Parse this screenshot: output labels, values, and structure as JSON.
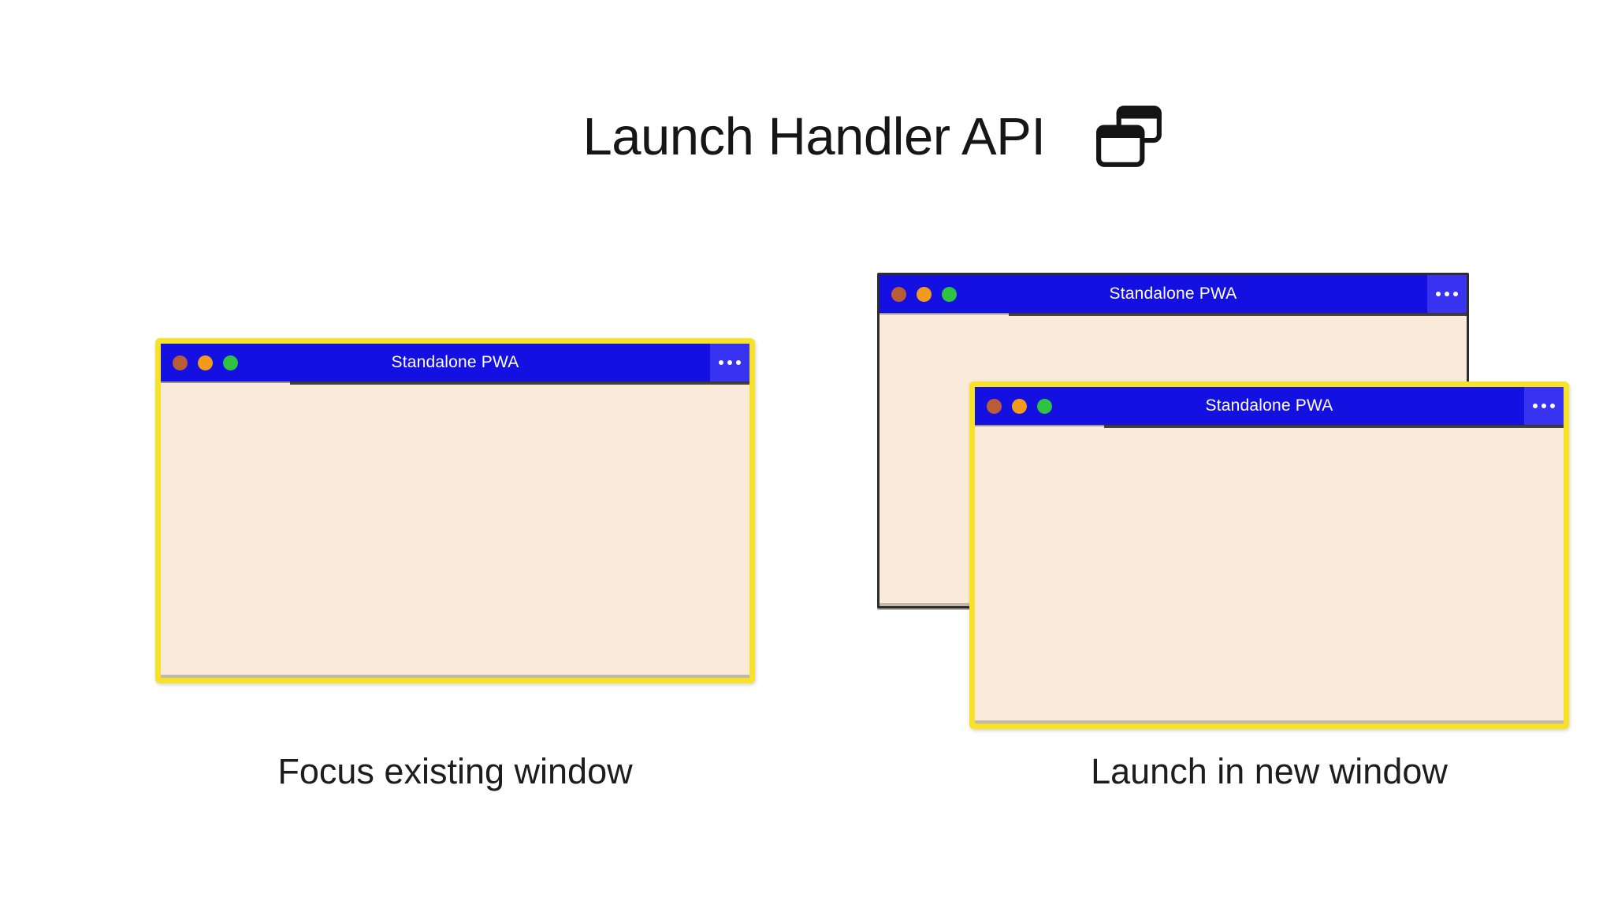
{
  "header": {
    "title": "Launch Handler API",
    "icon": "overlapping-windows"
  },
  "pwa_window": {
    "title": "Standalone PWA",
    "menu_icon": "ellipsis",
    "traffic_lights": [
      {
        "name": "dot-red",
        "color": "#b85d36"
      },
      {
        "name": "dot-orange",
        "color": "#f39a1d"
      },
      {
        "name": "dot-green",
        "color": "#2fc341"
      }
    ],
    "titlebar_color": "#1410e2",
    "menu_button_color": "#3733f0",
    "body_color": "#f9ead9",
    "highlight_border_color": "#f7e228",
    "plain_border_color": "#2e2d2b"
  },
  "panels": {
    "left": {
      "caption": "Focus existing window"
    },
    "right": {
      "caption": "Launch in new window"
    }
  }
}
